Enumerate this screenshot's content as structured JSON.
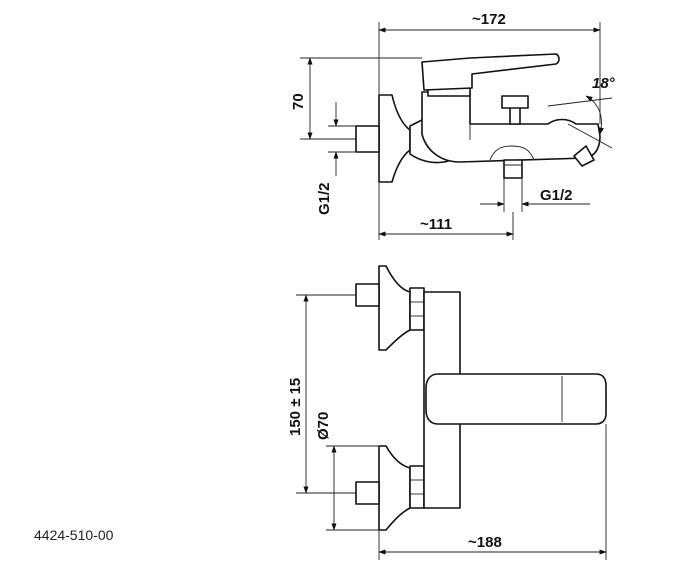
{
  "model_code": "4424-510-00",
  "top_view": {
    "dims": {
      "overall_length": "~172",
      "height": "70",
      "inlet_thread": "G1/2",
      "outlet_thread": "G1/2",
      "spout_offset": "~111",
      "angle": "18°"
    }
  },
  "front_view": {
    "dims": {
      "center_distance": "150 ± 15",
      "escutcheon_diameter": "Ø70",
      "overall_depth": "~188"
    }
  }
}
